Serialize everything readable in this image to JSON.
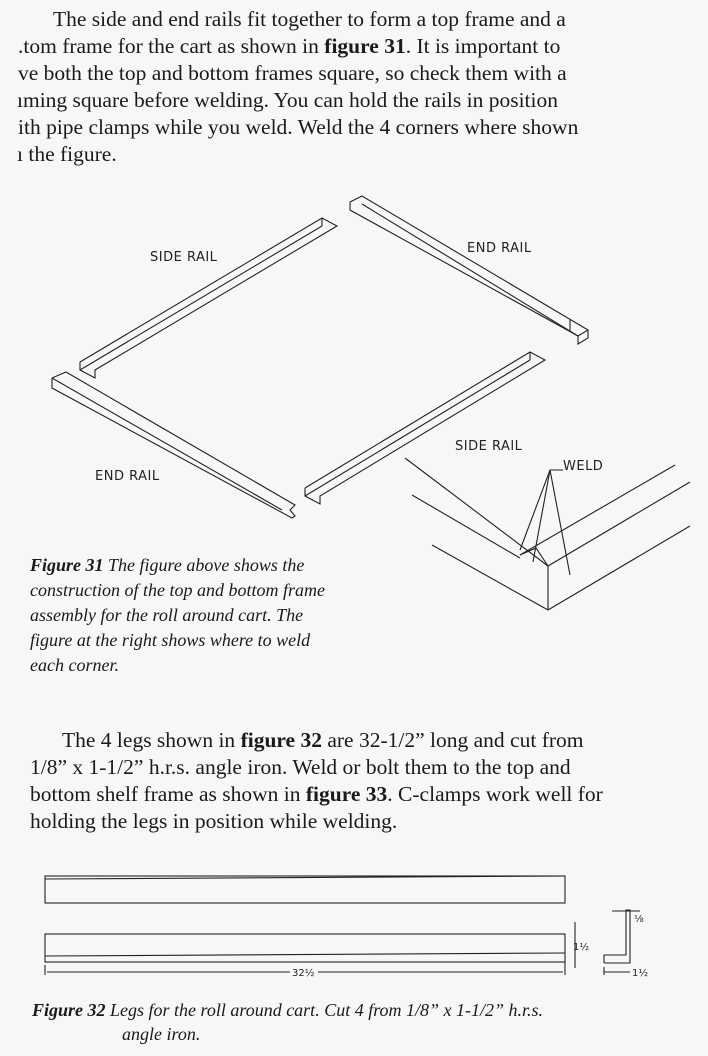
{
  "paragraph1": {
    "lines": [
      "The side and end rails fit together to form a top frame and a",
      ".tom frame for the cart as shown in ",
      "ve both the top and bottom frames square, so check them with a",
      "ıming square before welding. You can hold the rails in position",
      "ith pipe clamps while you weld. Weld the 4 corners where shown",
      "ı the figure."
    ],
    "ref": "figure 31",
    "line2_tail": ". It is important to"
  },
  "figure31": {
    "labels": {
      "side_rail_top": "SIDE RAIL",
      "end_rail_right": "END RAIL",
      "end_rail_left": "END RAIL",
      "side_rail_bottom": "SIDE RAIL",
      "weld": "WELD"
    },
    "caption_title": "Figure 31",
    "caption_lines": [
      " The figure above shows the",
      "construction of the top and bottom frame",
      "assembly for the roll around cart. The",
      "figure at the right shows where to weld",
      "each corner."
    ]
  },
  "paragraph2": {
    "l1a": "The 4 legs shown in ",
    "l1b": "figure 32",
    "l1c": " are 32-1/2” long and cut from",
    "l2": "1/8” x 1-1/2” h.r.s. angle iron. Weld or bolt them to the top and",
    "l3a": "bottom shelf frame as shown in ",
    "l3b": "figure 33",
    "l3c": ". C-clamps work well for",
    "l4": "holding the legs in position while welding."
  },
  "figure32": {
    "dims": {
      "length": "32½",
      "height": "1½",
      "thickness": "⅛",
      "width": "1½"
    },
    "caption_title": "Figure 32",
    "caption_line1": " Legs for the roll around cart. Cut 4 from 1/8” x 1-1/2” h.r.s.",
    "caption_line2": "angle iron."
  }
}
